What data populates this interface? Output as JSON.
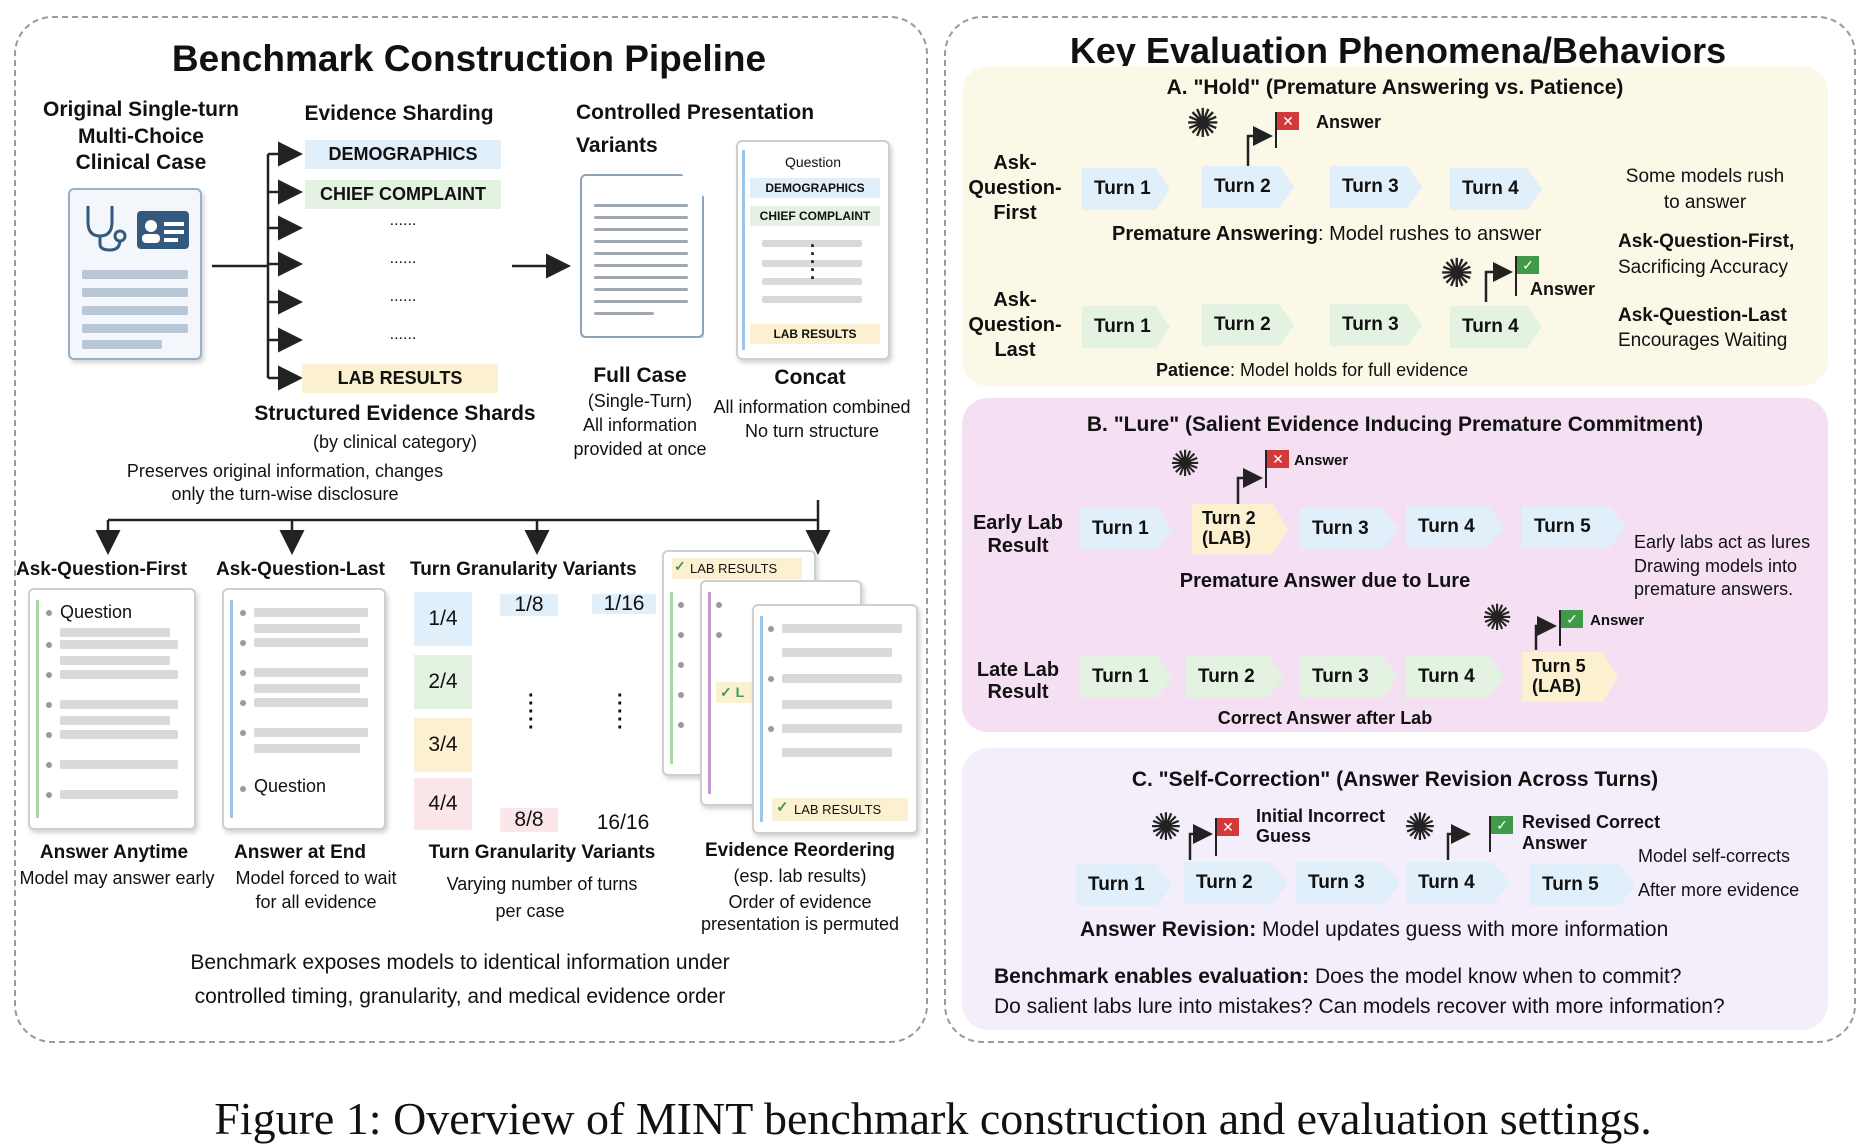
{
  "left": {
    "title": "Benchmark Construction Pipeline",
    "original": [
      "Original Single-turn",
      "Multi-Choice",
      "Clinical Case"
    ],
    "sharding": {
      "title": "Evidence Sharding",
      "shards": [
        "DEMOGRAPHICS",
        "CHIEF COMPLAINT",
        "......",
        "......",
        "......",
        "......",
        "LAB RESULTS"
      ],
      "caption": "Structured Evidence Shards",
      "sub": "(by clinical category)",
      "note1": "Preserves original information, changes",
      "note2": "only the turn-wise disclosure"
    },
    "variants": {
      "title1": "Controlled Presentation",
      "title2": "Variants",
      "full_label": "Full Case",
      "full_sub": [
        "(Single-Turn)",
        "All information",
        "provided at once"
      ],
      "concat_doc": [
        "Question",
        "DEMOGRAPHICS",
        "CHIEF COMPLAINT",
        "LAB RESULTS"
      ],
      "concat_label": "Concat",
      "concat_sub": [
        "All information combined",
        "No turn structure"
      ]
    },
    "bottom": {
      "aqf": {
        "title": "Ask-Question-First",
        "doc_label": "Question",
        "label": "Answer Anytime",
        "sub": "Model may answer early"
      },
      "aql": {
        "title": "Ask-Question-Last",
        "doc_label": "Question",
        "label": "Answer at End",
        "sub1": "Model forced to wait",
        "sub2": "for all evidence"
      },
      "gran": {
        "title": "Turn Granularity Variants",
        "col1": [
          "1/4",
          "2/4",
          "3/4",
          "4/4"
        ],
        "col2_top": "1/8",
        "col2_bot": "8/8",
        "col3_top": "1/16",
        "col3_bot": "16/16",
        "label": "Turn Granularity Variants",
        "sub1": "Varying number of turns",
        "sub2": "per case"
      },
      "reorder": {
        "tag": "LAB RESULTS",
        "tag2": "LAB RESULTS",
        "label": "Evidence Reordering",
        "sub": "(esp. lab results)",
        "sub2": "Order of evidence",
        "sub3": "presentation is permuted"
      }
    },
    "footer1": "Benchmark exposes models to identical information under",
    "footer2": "controlled timing, granularity, and medical evidence order"
  },
  "right": {
    "title": "Key Evaluation Phenomena/Behaviors",
    "A": {
      "title": "A. \"Hold\" (Premature Answering vs. Patience)",
      "row1_label": [
        "Ask-",
        "Question-",
        "First"
      ],
      "row2_label": [
        "Ask-",
        "Question-",
        "Last"
      ],
      "turns": [
        "Turn 1",
        "Turn 2",
        "Turn 3",
        "Turn 4"
      ],
      "answer": "Answer",
      "prem_bold": "Premature Answering",
      "prem_rest": ": Model rushes to answer",
      "pat_bold": "Patience",
      "pat_rest": ": Model holds for full evidence",
      "side1": [
        "Some models rush",
        "to answer"
      ],
      "side2_bold": "Ask-Question-First,",
      "side2": "Sacrificing Accuracy",
      "side3_bold": "Ask-Question-Last",
      "side3": "Encourages Waiting"
    },
    "B": {
      "title": "B. \"Lure\" (Salient Evidence Inducing Premature Commitment)",
      "row1_label": [
        "Early Lab",
        "Result"
      ],
      "row2_label": [
        "Late Lab",
        "Result"
      ],
      "row1_turns": [
        "Turn 1",
        "Turn 2",
        "(LAB)",
        "Turn 3",
        "Turn 4",
        "Turn 5"
      ],
      "row2_turns": [
        "Turn 1",
        "Turn 2",
        "Turn 3",
        "Turn 4",
        "Turn 5",
        "(LAB)"
      ],
      "answer": "Answer",
      "mid": "Premature Answer due to Lure",
      "bottom": "Correct Answer after Lab",
      "side": [
        "Early labs act as lures",
        "Drawing models into",
        "premature answers."
      ]
    },
    "C": {
      "title": "C. \"Self-Correction\" (Answer Revision Across Turns)",
      "turns": [
        "Turn 1",
        "Turn 2",
        "Turn 3",
        "Turn 4",
        "Turn 5"
      ],
      "wrong": [
        "Initial Incorrect",
        "Guess"
      ],
      "right": [
        "Revised Correct",
        "Answer"
      ],
      "side": [
        "Model self-corrects",
        "After more evidence"
      ],
      "rev_bold": "Answer Revision:",
      "rev_rest": " Model updates guess with more information",
      "bench_bold": "Benchmark enables evaluation:",
      "bench_rest": " Does the model know when to commit?",
      "bench2": "Do salient labs lure into mistakes? Can models recover with more information?"
    }
  },
  "caption": "Figure 1: Overview of MINT benchmark construction and evaluation settings.",
  "colors": {
    "blue": "#e1effb",
    "green": "#e3f2e1",
    "yellow": "#fbf0d0",
    "pink": "#fbe6ea",
    "secA": "#fcf8e7",
    "secB": "#f5dff2",
    "secC": "#f4eefb",
    "red": "#d23a3a",
    "flaggreen": "#3f9a4a"
  }
}
